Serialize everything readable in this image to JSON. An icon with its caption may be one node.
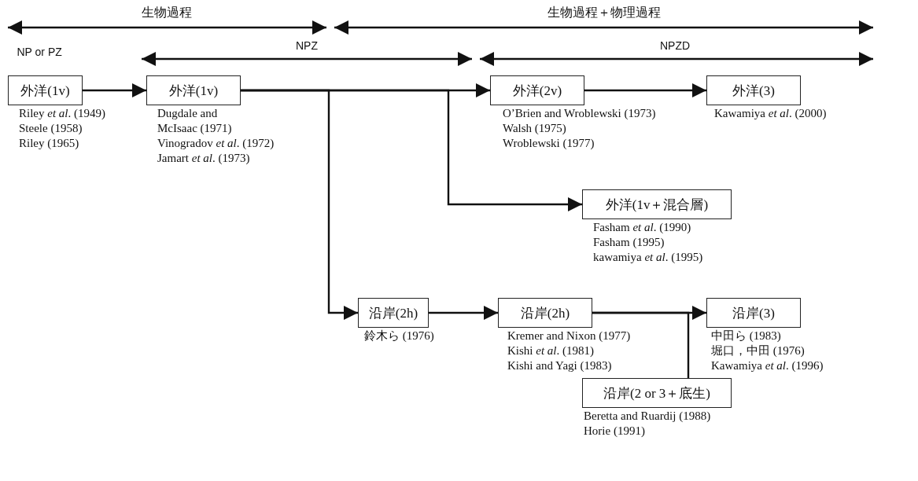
{
  "diagram": {
    "nodes": [
      {
        "text": [
          "外洋(1v)"
        ],
        "beside": [
          "Riley *et al*. (1949)",
          "Steele (1958)",
          "Riley (1965)"
        ]
      },
      {
        "text": [
          "外洋(1v)"
        ],
        "beside": [
          "Dugdale and McIsaac (1971)",
          "Vinogradov *et al*. (1972)",
          "Jamart *et al*. (1973)"
        ]
      },
      {
        "text": [
          "外洋(2v)"
        ],
        "beside": [
          "O’Brien and Wroblewski (1973)",
          "Walsh (1975)",
          "Wroblewski (1977)"
        ]
      },
      {
        "text": [
          "外洋(3)"
        ],
        "beside": [
          "Kawamiya *et al*. (2000)"
        ]
      },
      {
        "text": [
          "外洋(1v＋混合層)"
        ],
        "beside": [
          "Fasham *et al*. (1990)",
          "Fasham (1995)",
          "kawamiya *et al*. (1995)"
        ]
      },
      {
        "text": [
          "沿岸(2h)"
        ],
        "beside": [
          "鈴木ら (1976)"
        ]
      },
      {
        "text": [
          "沿岸(2h)"
        ],
        "beside": [
          "Kremer and Nixon (1977)",
          "Kishi *et al*. (1981)",
          "Kishi and Yagi (1983)"
        ]
      },
      {
        "text": [
          "沿岸(3)"
        ],
        "beside": [
          "中田ら (1983)",
          "堀口，中田 (1976)",
          "Kawamiya *et al*. (1996)"
        ]
      },
      {
        "text": [
          "沿岸(2 or 3＋底生)"
        ],
        "beside": [
          "Beretta and Ruardij (1988)",
          "Horie (1991)"
        ]
      }
    ],
    "edges": [
      {
        "from": 0,
        "to": 1,
        "arrow": "to"
      },
      {
        "from": 1,
        "to": 2,
        "arrow": "to"
      },
      {
        "from": 1,
        "to": 4,
        "arrow": "to"
      },
      {
        "from": 1,
        "to": 5,
        "arrow": "to"
      },
      {
        "from": 2,
        "to": 3,
        "arrow": "to"
      },
      {
        "from": 5,
        "to": 6,
        "arrow": "to"
      },
      {
        "from": 6,
        "to": 7,
        "arrow": "to"
      },
      {
        "from": 6,
        "to": 8,
        "arrow": "to"
      }
    ],
    "labels": [
      "生物過程",
      "生物過程＋物理過程",
      "NP or PZ",
      "NPZ",
      "NPZD"
    ]
  }
}
